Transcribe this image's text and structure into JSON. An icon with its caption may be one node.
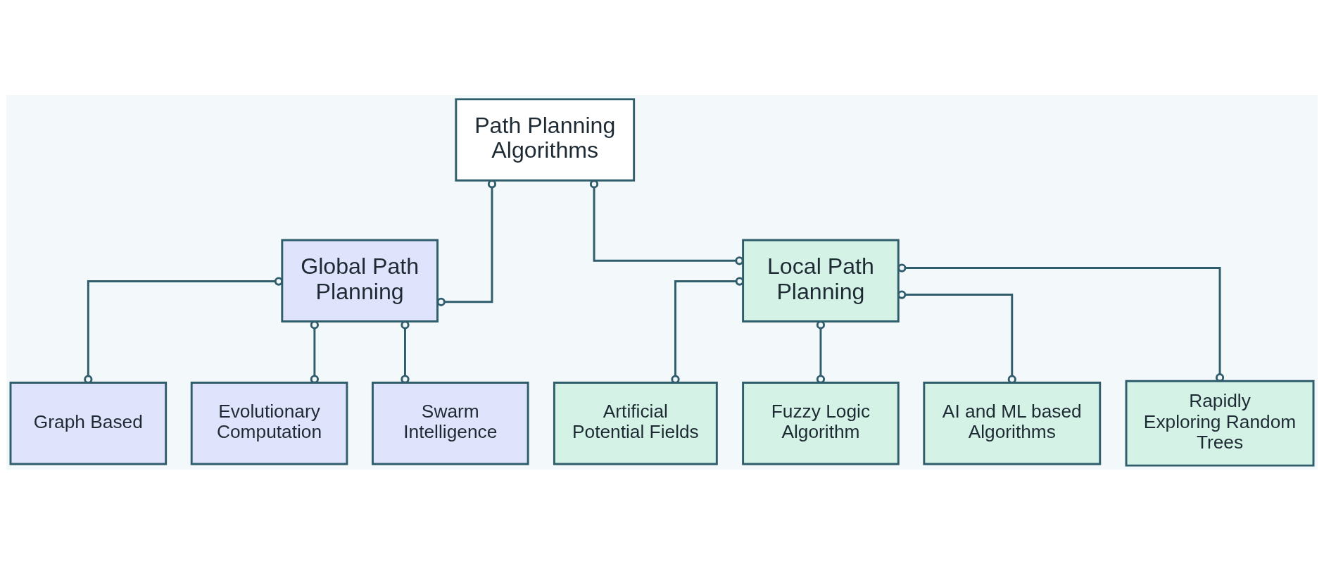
{
  "diagram": {
    "nodes": [
      {
        "text": [
          "Path Planning Algorithms"
        ]
      },
      {
        "text": [
          "Global Path Planning"
        ]
      },
      {
        "text": [
          "Local Path Planning"
        ]
      },
      {
        "text": [
          "Graph Based"
        ]
      },
      {
        "text": [
          "Evolutionary Computation"
        ]
      },
      {
        "text": [
          "Swarm Intelligence"
        ]
      },
      {
        "text": [
          "Artificial Potential Fields"
        ]
      },
      {
        "text": [
          "Fuzzy Logic Algorithm"
        ]
      },
      {
        "text": [
          "AI and ML based Algorithms"
        ]
      },
      {
        "text": [
          "Rapidly Exploring Random Trees"
        ]
      }
    ],
    "edges": [
      {
        "from": 0,
        "to": 1,
        "arrow": "other"
      },
      {
        "from": 0,
        "to": 2,
        "arrow": "other"
      },
      {
        "from": 1,
        "to": 3,
        "arrow": "other"
      },
      {
        "from": 1,
        "to": 4,
        "arrow": "other"
      },
      {
        "from": 1,
        "to": 5,
        "arrow": "other"
      },
      {
        "from": 2,
        "to": 6,
        "arrow": "other"
      },
      {
        "from": 2,
        "to": 7,
        "arrow": "other"
      },
      {
        "from": 2,
        "to": 8,
        "arrow": "other"
      },
      {
        "from": 2,
        "to": 9,
        "arrow": "other"
      }
    ]
  }
}
